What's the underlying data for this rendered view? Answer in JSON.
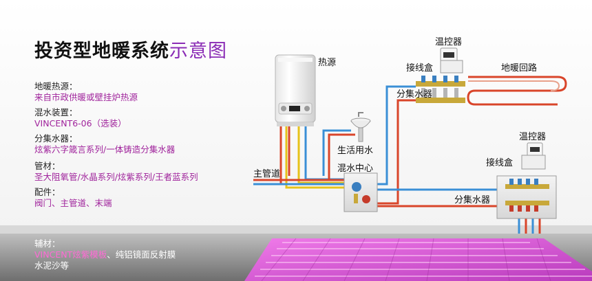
{
  "title": {
    "bold": "投资型地暖系统",
    "colored": "示意图"
  },
  "info": [
    {
      "label": "地暖热源：",
      "value": "来自市政供暖或壁挂炉热源"
    },
    {
      "label": "混水装置：",
      "value": "VINCENT6-06（选装）"
    },
    {
      "label": "分集水器：",
      "value": "炫紫六字箴言系列/一体铸造分集水器"
    },
    {
      "label": "管材：",
      "value": "圣大阻氧管/水晶系列/炫紫系列/王者蓝系列"
    },
    {
      "label": "配件：",
      "value": "阀门、主管道、末端"
    }
  ],
  "floor_info": {
    "label": "辅材：",
    "value": "VINCENT炫紫模板",
    "value_rest": "、纯铝镜面反射膜",
    "value2": "水泥沙等"
  },
  "diagram": {
    "heat_source": "热源",
    "thermostat_top": "温控器",
    "junction_top": "接线盒",
    "floor_loop": "地暖回路",
    "manifold_top": "分集水器",
    "domestic_water": "生活用水",
    "mixing_center": "混水中心",
    "main_pipe": "主管道",
    "thermostat_right": "温控器",
    "junction_right": "接线盒",
    "manifold_right": "分集水器"
  },
  "colors": {
    "hot": "#d9452a",
    "cold": "#3a8fd6",
    "yellow": "#e6c21a",
    "floor": "#d25bd3",
    "accent": "#8a2bb5"
  }
}
